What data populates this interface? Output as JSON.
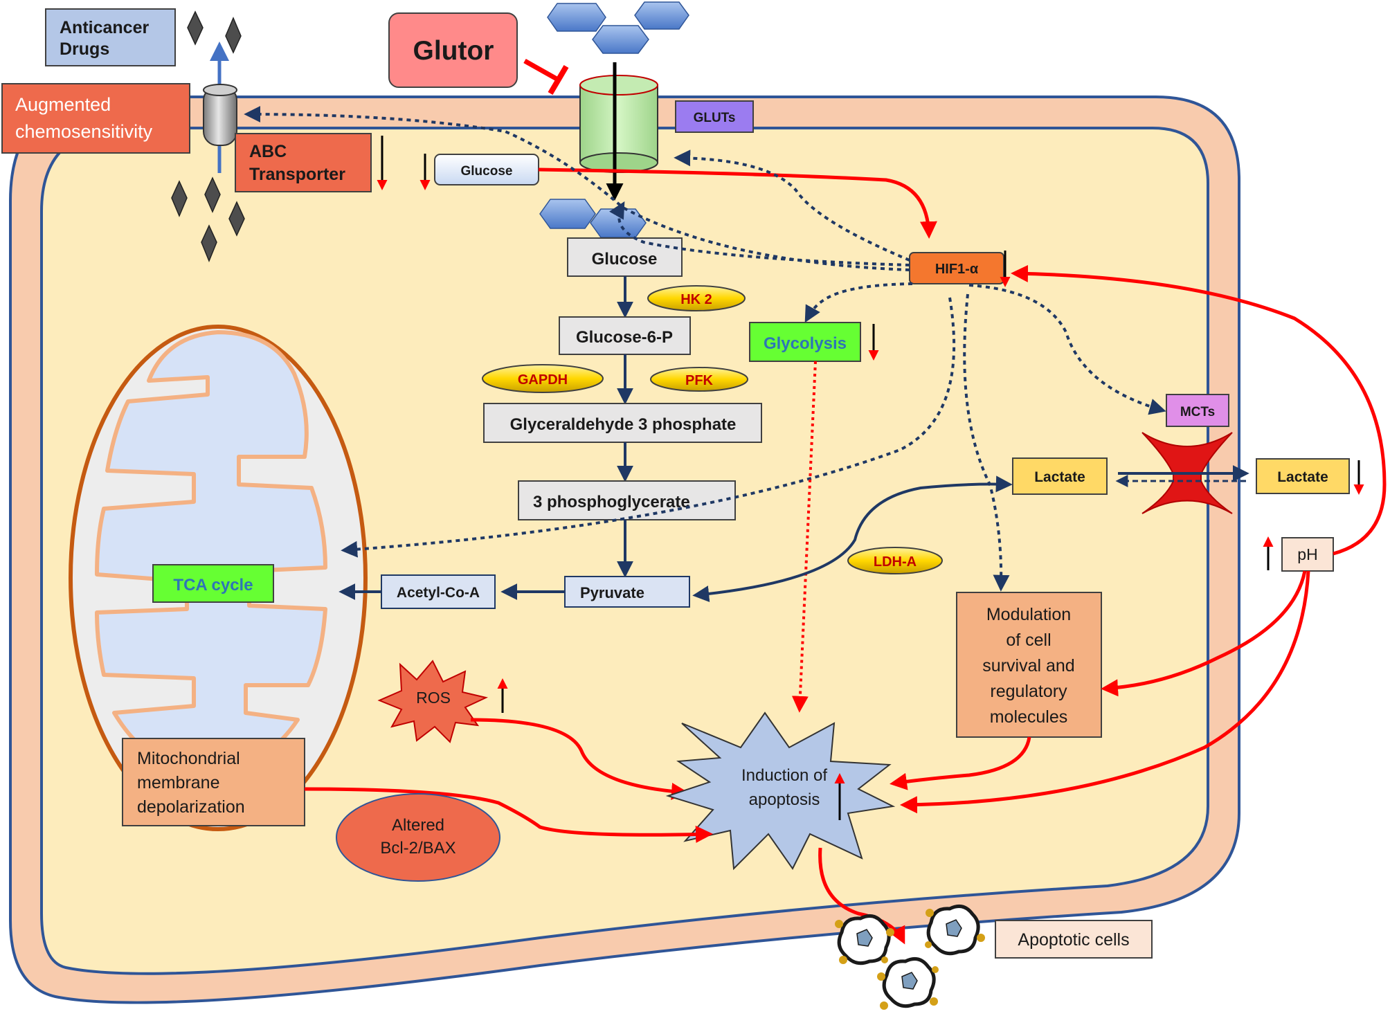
{
  "labels": {
    "anticancer_drugs": [
      "Anticancer",
      "Drugs"
    ],
    "glutor": "Glutor",
    "augmented": [
      "Augmented",
      "chemosensitivity"
    ],
    "abc": [
      "ABC",
      "Transporter"
    ],
    "gluts": "GLUTs",
    "glucose_in": "Glucose",
    "glucose": "Glucose",
    "hk2": "HK 2",
    "g6p": "Glucose-6-P",
    "gapdh": "GAPDH",
    "pfk": "PFK",
    "g3p": "Glyceraldehyde 3 phosphate",
    "pg3": "3 phosphoglycerate",
    "pyruvate": "Pyruvate",
    "acetyl": "Acetyl-Co-A",
    "tca": "TCA cycle",
    "hif": "HIF1-α",
    "glycolysis": "Glycolysis",
    "mcts": "MCTs",
    "lactate_in": "Lactate",
    "lactate_out": "Lactate",
    "ldh": "LDH-A",
    "ph": "pH",
    "modulation": [
      "Modulation",
      "of cell",
      "survival and",
      "regulatory",
      "molecules"
    ],
    "ros": "ROS",
    "apoptosis": [
      "Induction of",
      "apoptosis"
    ],
    "mito_depol": [
      "Mitochondrial",
      "membrane",
      "depolarization"
    ],
    "bcl": [
      "Altered",
      "Bcl-2/BAX"
    ],
    "apoptotic_cells": "Apoptotic cells"
  },
  "colors": {
    "membrane_outer": "#f8cbad",
    "cytoplasm": "#fdecbc",
    "cell_border": "#2f5597",
    "red_arrow": "#ff0000",
    "dark_arrow": "#1f3864",
    "hif_box": "#f4772e",
    "tca_box": "#66ff33",
    "enzyme_oval": "#ffd700",
    "gluts_box": "#9b7cf0",
    "mcts_box": "#e08fe8",
    "lactate_box": "#ffd966",
    "glutor_box": "#ff8a8a",
    "orange_box": "#f4b183",
    "red_box": "#ee6a4c"
  }
}
